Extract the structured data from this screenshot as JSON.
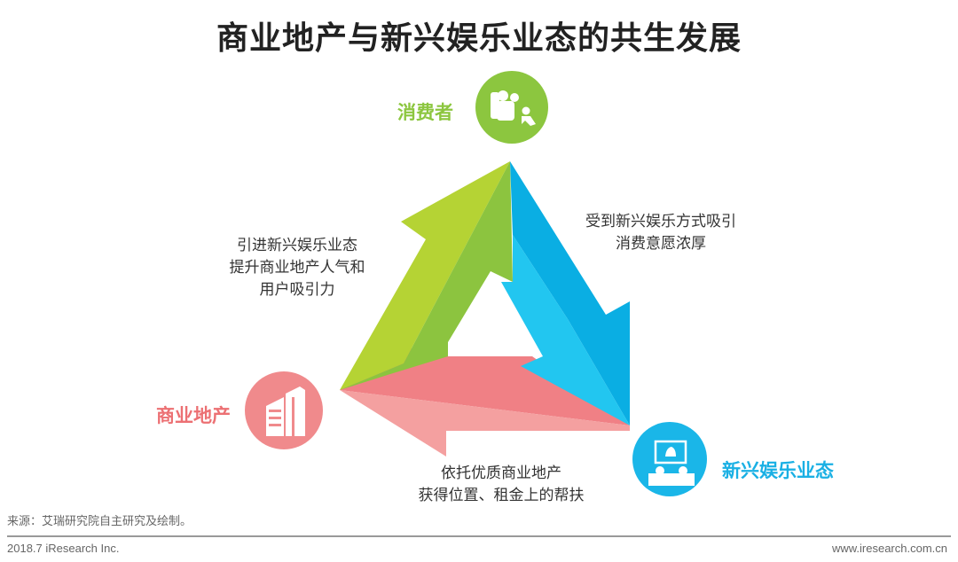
{
  "title": "商业地产与新兴娱乐业态的共生发展",
  "nodes": {
    "consumer": {
      "label": "消费者",
      "icon": "family-armchair-icon",
      "color": "#8cc63f"
    },
    "real_estate": {
      "label": "商业地产",
      "icon": "building-icon",
      "color": "#f08a8c"
    },
    "entertainment": {
      "label": "新兴娱乐业态",
      "icon": "monitor-audience-icon",
      "color": "#1ab6e8"
    }
  },
  "descriptions": {
    "left": [
      "引进新兴娱乐业态",
      "提升商业地产人气和",
      "用户吸引力"
    ],
    "right": [
      "受到新兴娱乐方式吸引",
      "消费意愿浓厚"
    ],
    "bottom": [
      "依托优质商业地产",
      "获得位置、租金上的帮扶"
    ]
  },
  "source": "来源：艾瑞研究院自主研究及绘制。",
  "footer": {
    "left": "2018.7 iResearch Inc.",
    "right": "www.iresearch.com.cn"
  }
}
